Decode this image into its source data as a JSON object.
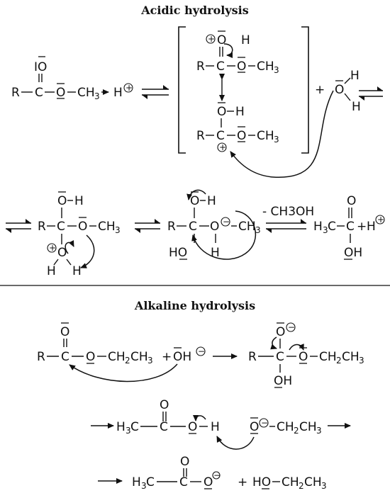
{
  "acidic": {
    "title": "Acidic hydrolysis",
    "reactant": "R—C—O—CH3 + H⊕",
    "water": "H2O",
    "loss_methanol": "- CH3OH",
    "product_acid": "H3C—C—OH + H⊕"
  },
  "alkaline": {
    "title": "Alkaline hydrolysis",
    "reactant": "R—C—O—CH2CH3 + OH⊖",
    "intermediate": "R—C(O⊖)(OH)—O—CH2CH3",
    "acid": "H3C—C(=O)—O—H",
    "ethoxide": "O⊖—CH2CH3",
    "carboxylate": "H3C—C(=O)—O⊖",
    "ethanol": "HO—CH2CH3"
  }
}
